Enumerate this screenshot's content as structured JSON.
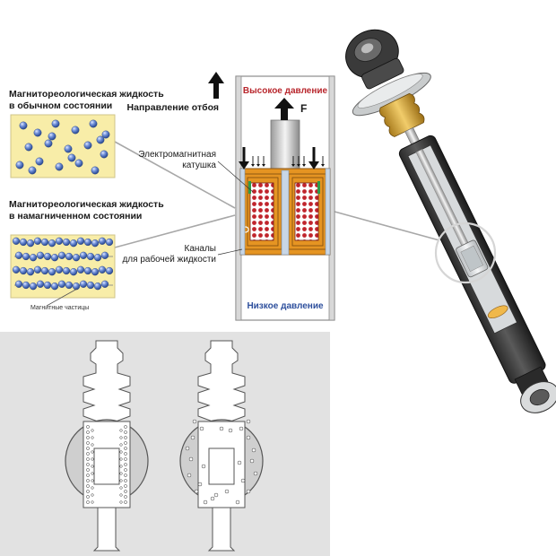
{
  "colors": {
    "fluid_yellow": "#f8eda8",
    "particle_blue": "#3d64b8",
    "piston_orange": "#e59422",
    "coil_red": "#c0242c",
    "high_pressure_red": "#b8262c",
    "low_pressure_blue": "#2c4e9c",
    "panel_gray": "#e2e2e2",
    "connector_gray": "#a8a8a8"
  },
  "labels": {
    "mr_fluid_normal_line1": "Магнитореологическая жидкость",
    "mr_fluid_normal_line2": "в обычном состоянии",
    "mr_fluid_magnetized_line1": "Магнитореологическая жидкость",
    "mr_fluid_magnetized_line2": "в намагниченном состоянии",
    "magnetic_particles": "Магнитные частицы",
    "rebound_direction": "Направление отбоя",
    "high_pressure": "Высокое давление",
    "low_pressure": "Низкое давление",
    "force": "F",
    "coil_line1": "Электромагнитная",
    "coil_line2": "катушка",
    "channels_line1": "Каналы",
    "channels_line2": "для рабочей жидкости"
  },
  "icons": [
    "up-arrow-icon",
    "force-arrow-icon",
    "flow-arrow-icon"
  ]
}
